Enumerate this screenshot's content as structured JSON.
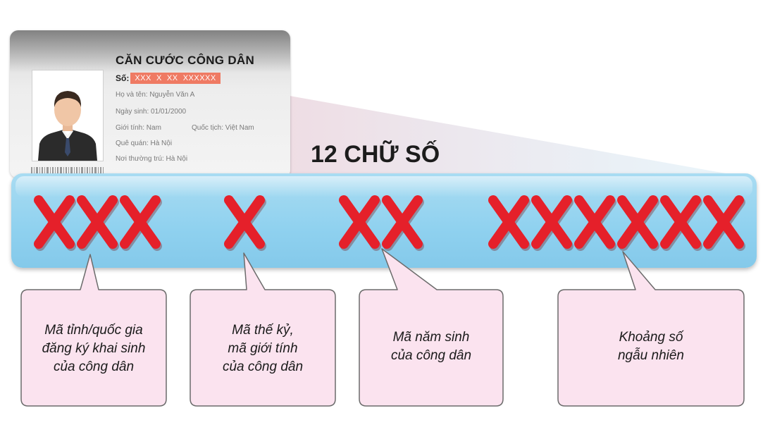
{
  "colors": {
    "bar": "#8fd1ef",
    "x_mark": "#e5202a",
    "callout_fill": "#fbe3ef",
    "callout_border": "#6b6b6b",
    "projection": "#f2c9d1",
    "number_highlight": "#ef7a63"
  },
  "card": {
    "title": "CĂN CƯỚC CÔNG DÂN",
    "number_label": "Số:",
    "number_value": "XXX  X  XX  XXXXXX",
    "name": "Họ và tên: Nguyễn Văn A",
    "dob": "Ngày sinh: 01/01/2000",
    "gender": "Giới tính: Nam",
    "nationality": "Quốc tịch: Việt Nam",
    "hometown": "Quê quán: Hà Nội",
    "residence": "Nơi thường trú: Hà Nội",
    "photo_icon": "person-portrait-icon"
  },
  "title": "12 CHỮ SỐ",
  "groups": [
    {
      "marks": "XXX"
    },
    {
      "marks": "X"
    },
    {
      "marks": "XX"
    },
    {
      "marks": "XXXXXX"
    }
  ],
  "callouts": [
    {
      "text": "Mã tỉnh/quốc gia\nđăng ký khai sinh\ncủa công dân"
    },
    {
      "text": "Mã thế kỷ,\nmã giới tính\ncủa công dân"
    },
    {
      "text": "Mã năm sinh\ncủa công dân"
    },
    {
      "text": "Khoảng số\nngẫu nhiên"
    }
  ]
}
